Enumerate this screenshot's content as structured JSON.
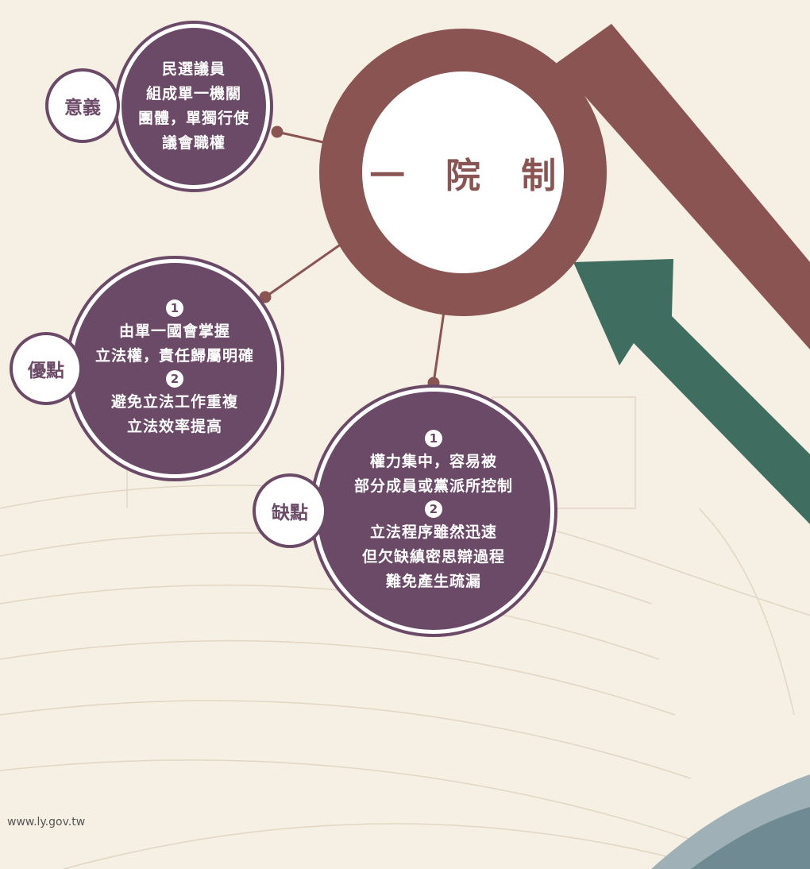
{
  "title": "一 院 制",
  "meaning": {
    "tag": "意義",
    "lines": [
      "民選議員",
      "組成單一機關",
      "團體，單獨行使",
      "議會職權"
    ]
  },
  "pros": {
    "tag": "優點",
    "n1": "1",
    "item1": [
      "由單一國會掌握",
      "立法權，責任歸屬明確"
    ],
    "n2": "2",
    "item2": [
      "避免立法工作重複",
      "立法效率提高"
    ]
  },
  "cons": {
    "tag": "缺點",
    "n1": "1",
    "item1": [
      "權力集中，容易被",
      "部分成員或黨派所控制"
    ],
    "n2": "2",
    "item2": [
      "立法程序雖然迅速",
      "但欠缺縝密思辯過程",
      "難免產生疏漏"
    ]
  },
  "footer": "www.ly.gov.tw",
  "colors": {
    "background": "#f6efe4",
    "main_ring": "#8a5452",
    "bubble": "#6b4a67",
    "green_arrow": "#3f6e60",
    "teal_wave": "#7f98a0"
  }
}
